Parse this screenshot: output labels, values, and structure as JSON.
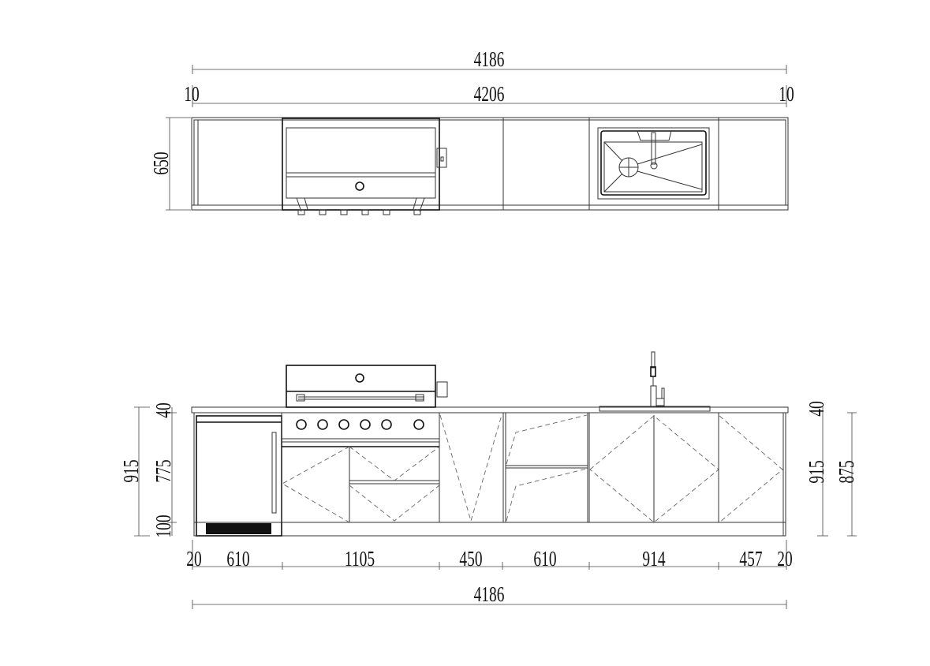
{
  "plan_view": {
    "overall_width": "4186",
    "left_offset": "10",
    "total_width": "4206",
    "right_offset": "10",
    "depth": "650"
  },
  "elevation_view": {
    "left_heights": {
      "total": "915",
      "countertop": "40",
      "cabinet": "775",
      "plinth": "100"
    },
    "right_heights": {
      "countertop": "40",
      "total": "915",
      "cabinet": "875"
    },
    "module_widths": [
      "20",
      "610",
      "1105",
      "450",
      "610",
      "914",
      "457",
      "20"
    ],
    "overall_width": "4186"
  }
}
